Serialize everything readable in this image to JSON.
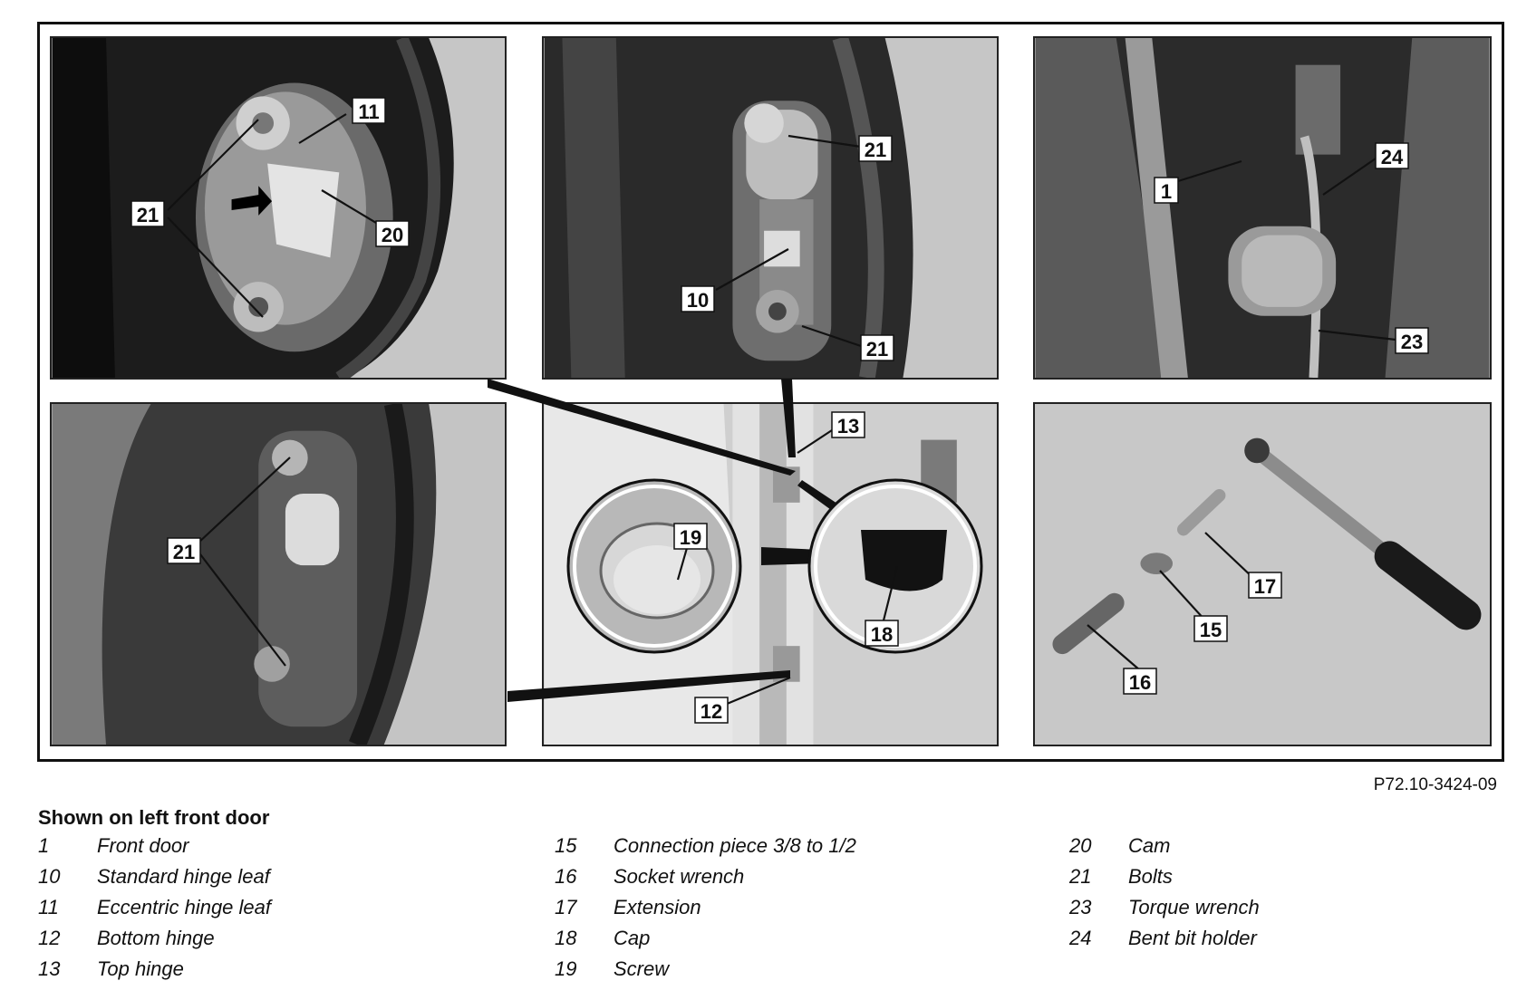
{
  "figure": {
    "code": "P72.10-3424-09",
    "callouts": [
      "11",
      "21",
      "20",
      "21",
      "10",
      "21",
      "1",
      "24",
      "23",
      "21",
      "13",
      "19",
      "18",
      "12",
      "17",
      "15",
      "16"
    ]
  },
  "legend": {
    "title": "Shown on left front door",
    "columns": [
      [
        {
          "num": "1",
          "text": "Front door"
        },
        {
          "num": "10",
          "text": "Standard hinge leaf"
        },
        {
          "num": "11",
          "text": "Eccentric hinge leaf"
        },
        {
          "num": "12",
          "text": "Bottom hinge"
        },
        {
          "num": "13",
          "text": "Top hinge"
        }
      ],
      [
        {
          "num": "15",
          "text": "Connection piece 3/8 to 1/2"
        },
        {
          "num": "16",
          "text": "Socket wrench"
        },
        {
          "num": "17",
          "text": "Extension"
        },
        {
          "num": "18",
          "text": "Cap"
        },
        {
          "num": "19",
          "text": "Screw"
        }
      ],
      [
        {
          "num": "20",
          "text": "Cam"
        },
        {
          "num": "21",
          "text": "Bolts"
        },
        {
          "num": "23",
          "text": "Torque wrench"
        },
        {
          "num": "24",
          "text": "Bent bit holder"
        }
      ]
    ]
  }
}
